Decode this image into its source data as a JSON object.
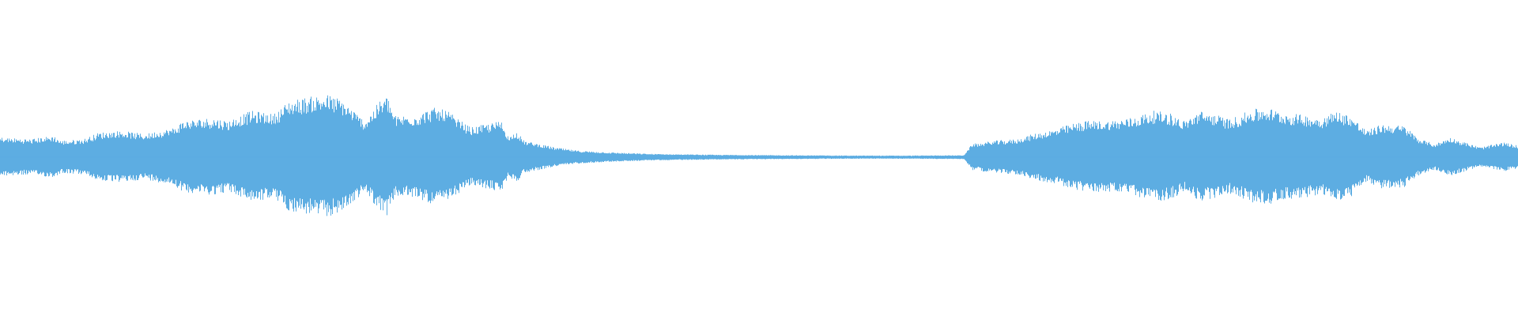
{
  "waveform": {
    "color": "#5DADE2",
    "background": "#FFFFFF",
    "duration_fraction_profile": [
      [
        0.0,
        0.12
      ],
      [
        0.02,
        0.11
      ],
      [
        0.035,
        0.13
      ],
      [
        0.04,
        0.1
      ],
      [
        0.055,
        0.11
      ],
      [
        0.065,
        0.15
      ],
      [
        0.08,
        0.16
      ],
      [
        0.095,
        0.14
      ],
      [
        0.105,
        0.16
      ],
      [
        0.115,
        0.18
      ],
      [
        0.12,
        0.22
      ],
      [
        0.14,
        0.24
      ],
      [
        0.15,
        0.22
      ],
      [
        0.165,
        0.28
      ],
      [
        0.175,
        0.27
      ],
      [
        0.18,
        0.26
      ],
      [
        0.19,
        0.34
      ],
      [
        0.2,
        0.36
      ],
      [
        0.215,
        0.38
      ],
      [
        0.225,
        0.35
      ],
      [
        0.24,
        0.22
      ],
      [
        0.25,
        0.34
      ],
      [
        0.255,
        0.37
      ],
      [
        0.26,
        0.25
      ],
      [
        0.275,
        0.26
      ],
      [
        0.285,
        0.3
      ],
      [
        0.295,
        0.28
      ],
      [
        0.3,
        0.24
      ],
      [
        0.31,
        0.18
      ],
      [
        0.32,
        0.2
      ],
      [
        0.33,
        0.22
      ],
      [
        0.335,
        0.12
      ],
      [
        0.34,
        0.16
      ],
      [
        0.345,
        0.1
      ],
      [
        0.355,
        0.08
      ],
      [
        0.365,
        0.06
      ],
      [
        0.38,
        0.04
      ],
      [
        0.4,
        0.03
      ],
      [
        0.43,
        0.02
      ],
      [
        0.47,
        0.015
      ],
      [
        0.52,
        0.012
      ],
      [
        0.56,
        0.01
      ],
      [
        0.6,
        0.01
      ],
      [
        0.635,
        0.012
      ],
      [
        0.64,
        0.08
      ],
      [
        0.655,
        0.1
      ],
      [
        0.67,
        0.11
      ],
      [
        0.68,
        0.14
      ],
      [
        0.695,
        0.17
      ],
      [
        0.705,
        0.2
      ],
      [
        0.715,
        0.22
      ],
      [
        0.73,
        0.22
      ],
      [
        0.745,
        0.24
      ],
      [
        0.76,
        0.28
      ],
      [
        0.77,
        0.27
      ],
      [
        0.78,
        0.22
      ],
      [
        0.79,
        0.28
      ],
      [
        0.8,
        0.26
      ],
      [
        0.81,
        0.23
      ],
      [
        0.825,
        0.29
      ],
      [
        0.835,
        0.3
      ],
      [
        0.845,
        0.27
      ],
      [
        0.855,
        0.26
      ],
      [
        0.87,
        0.24
      ],
      [
        0.88,
        0.28
      ],
      [
        0.89,
        0.25
      ],
      [
        0.9,
        0.16
      ],
      [
        0.91,
        0.2
      ],
      [
        0.925,
        0.19
      ],
      [
        0.935,
        0.11
      ],
      [
        0.945,
        0.08
      ],
      [
        0.955,
        0.12
      ],
      [
        0.965,
        0.09
      ],
      [
        0.975,
        0.06
      ],
      [
        0.99,
        0.09
      ],
      [
        1.0,
        0.07
      ]
    ]
  }
}
